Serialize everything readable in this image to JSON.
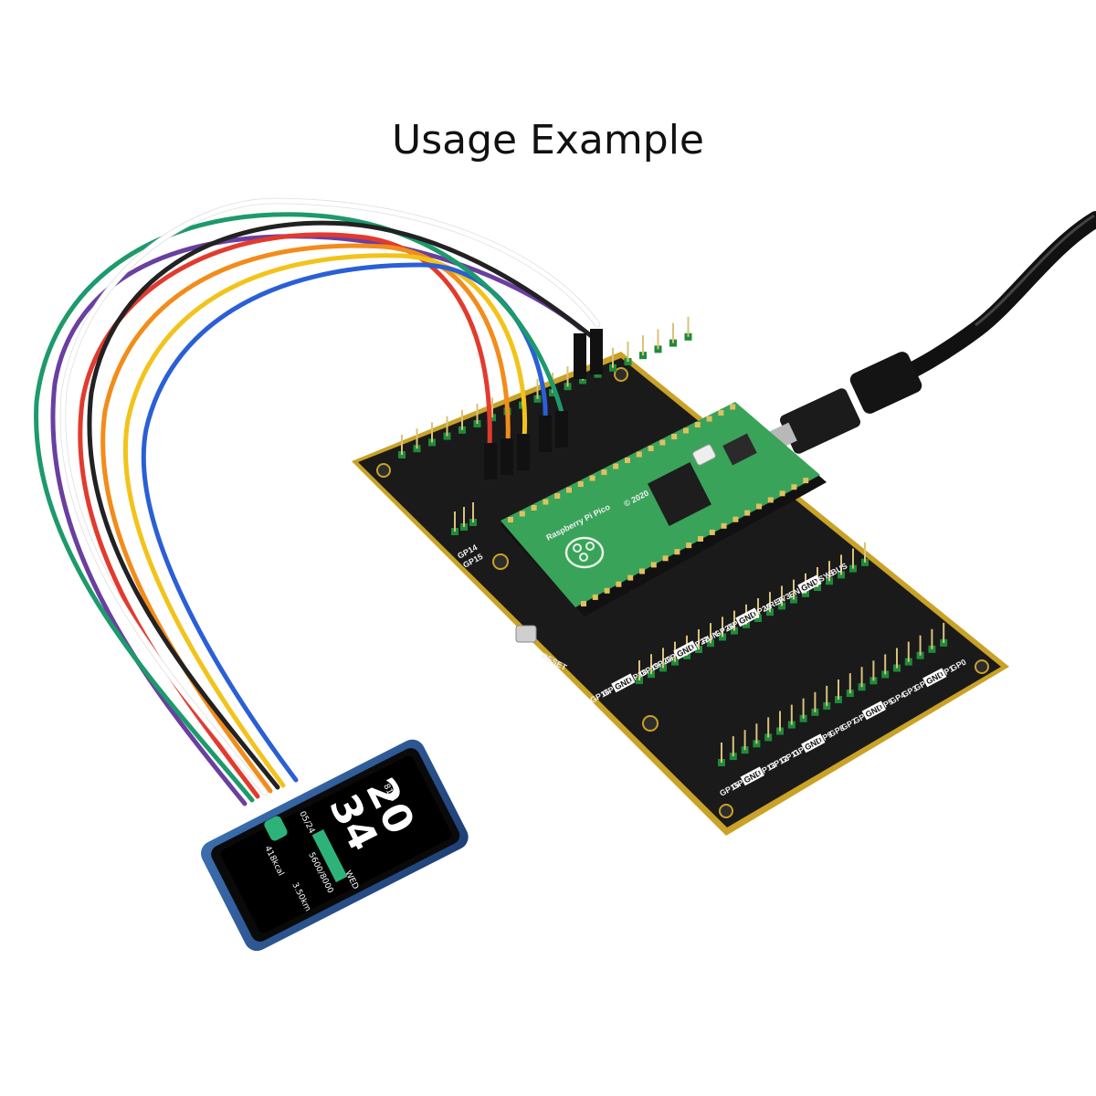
{
  "title": "Usage Example",
  "display": {
    "hours": "20",
    "minutes": "34",
    "battery": "81%",
    "date": "05/24",
    "weekday": "WED",
    "calories": "418kcal",
    "distance": "3.50km",
    "steps": "5600/8000"
  },
  "pico": {
    "brand": "Raspberry Pi Pico",
    "year": "© 2020"
  },
  "board": {
    "reset_label": "RESET",
    "left_upper_labels": [
      "GP14",
      "GP15"
    ],
    "left_lower_labels": [
      "GP16",
      "GP17",
      "GND",
      "GP18",
      "GP19",
      "GP20",
      "GP21",
      "GND",
      "GP22",
      "RUN",
      "GP26",
      "GP27",
      "GND",
      "GP28",
      "VREF",
      "3V3",
      "EN",
      "GND",
      "VSYS",
      "VBUS"
    ],
    "bottom_labels": [
      "GP15",
      "GP14",
      "GND",
      "GP13",
      "GP12",
      "GP11",
      "GP10",
      "GND",
      "GP9",
      "GP8",
      "GP7",
      "GP6",
      "GND",
      "GP5",
      "GP4",
      "GP3",
      "GP2",
      "GND",
      "GP1",
      "GP0"
    ]
  },
  "colors": {
    "board": "#1a1a1a",
    "board_edge": "#c9a227",
    "pico": "#3aa35a",
    "header_green": "#1f8a3b",
    "lcd_accent": "#2db37a",
    "wires": [
      "#6a3fa0",
      "#e23b2e",
      "#f28c1a",
      "#f2c31a",
      "#2a5fd6",
      "#1d9a6c",
      "#ffffff",
      "#222222"
    ]
  }
}
